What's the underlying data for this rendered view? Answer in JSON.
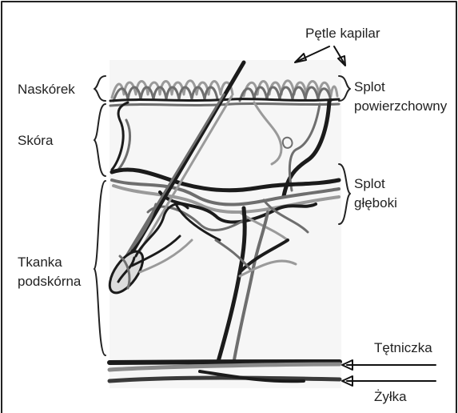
{
  "labels": {
    "naskorek": "Naskórek",
    "skora": "Skóra",
    "tkanka_line1": "Tkanka",
    "tkanka_line2": "podskórna",
    "petle": "Pętle kapilar",
    "splot_pow_line1": "Splot",
    "splot_pow_line2": "powierzchowny",
    "splot_gleb_line1": "Splot",
    "splot_gleb_line2": "głęboki",
    "tetniczka": "Tętniczka",
    "zylka": "Żyłka"
  },
  "colors": {
    "frame": "#222222",
    "dark_vessel": "#1b1b1b",
    "gray_vessel": "#6e6e6e",
    "light_vessel": "#9a9a9a",
    "panel": "#f6f6f6"
  }
}
